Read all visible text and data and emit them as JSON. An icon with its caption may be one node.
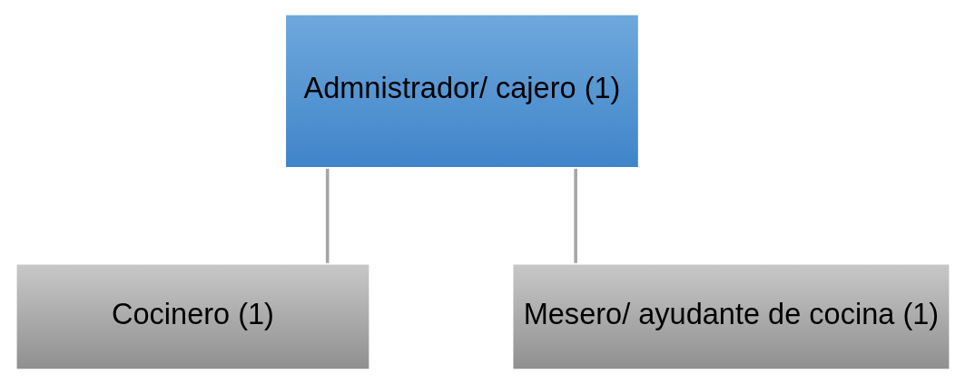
{
  "diagram": {
    "nodes": [
      {
        "text": [
          "Admnistrador/ cajero (1)"
        ]
      },
      {
        "text": [
          "Cocinero (1)"
        ]
      },
      {
        "text": [
          "Mesero/ ayudante de cocina (1)"
        ]
      }
    ],
    "edges": [
      {
        "from": 0,
        "to": 1,
        "arrow": "none"
      },
      {
        "from": 0,
        "to": 2,
        "arrow": "none"
      }
    ]
  }
}
